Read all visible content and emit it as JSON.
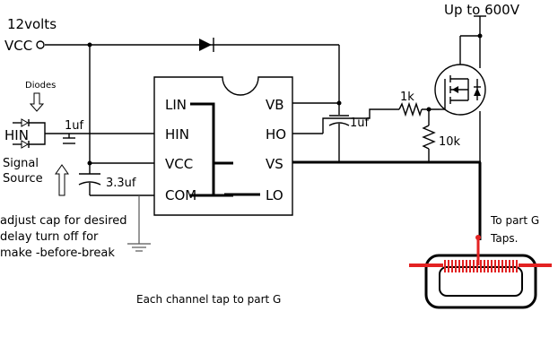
{
  "labels": {
    "supply_voltage": "12volts",
    "vcc_terminal": "VCC",
    "high_voltage": "Up to 600V",
    "diodes_note": "Diodes",
    "hin_terminal": "HIN",
    "signal_line1": "Signal",
    "signal_line2": "Source",
    "cap_input": "1uf",
    "cap_vcc": "3.3uf",
    "cap_boot": "1uf",
    "res_gate": "1k",
    "res_pulldown": "10k",
    "adjust_line1": "adjust cap for desired",
    "adjust_line2": "delay turn off for",
    "adjust_line3": "make -before-break",
    "part_g_line1": "To part G",
    "part_g_line2": "Taps.",
    "footer": "Each channel tap to part G"
  },
  "chip": {
    "left_pins": [
      "LIN",
      "HIN",
      "VCC",
      "COM"
    ],
    "right_pins": [
      "VB",
      "HO",
      "VS",
      "LO"
    ]
  },
  "colors": {
    "wire": "#000000",
    "coil": "#e32222",
    "core": "#000000"
  }
}
